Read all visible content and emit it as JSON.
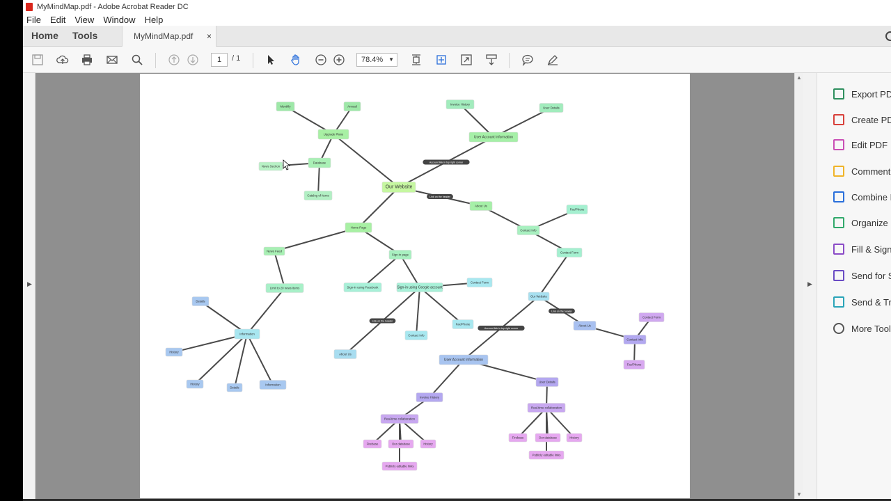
{
  "window": {
    "title": "MyMindMap.pdf - Adobe Acrobat Reader DC"
  },
  "menu": [
    "File",
    "Edit",
    "View",
    "Window",
    "Help"
  ],
  "tabs": {
    "home": "Home",
    "tools": "Tools",
    "document": "MyMindMap.pdf",
    "close": "×"
  },
  "toolbar": {
    "page_current": "1",
    "page_total": "/ 1",
    "zoom": "78.4%"
  },
  "right_panel": {
    "items": [
      {
        "label": "Export PDF",
        "icon": "export-pdf-icon",
        "color": "#2e8f5e"
      },
      {
        "label": "Create PDF",
        "icon": "create-pdf-icon",
        "color": "#d8403a"
      },
      {
        "label": "Edit PDF",
        "icon": "edit-pdf-icon",
        "color": "#c94fb5"
      },
      {
        "label": "Comment",
        "icon": "comment-icon",
        "color": "#f0b429"
      },
      {
        "label": "Combine Files",
        "icon": "combine-files-icon",
        "color": "#2a6fdb"
      },
      {
        "label": "Organize Pages",
        "icon": "organize-pages-icon",
        "color": "#31a96b"
      },
      {
        "label": "Fill & Sign",
        "icon": "fill-sign-icon",
        "color": "#8b4cc7"
      },
      {
        "label": "Send for Signature",
        "icon": "send-signature-icon",
        "color": "#6a4bc4"
      },
      {
        "label": "Send & Track",
        "icon": "send-track-icon",
        "color": "#2aa4b8"
      },
      {
        "label": "More Tools",
        "icon": "more-tools-icon",
        "color": "#555555"
      }
    ]
  },
  "mindmap": {
    "nodes": [
      {
        "id": "n1",
        "label": "Our Website",
        "color": "#c6f7a1"
      },
      {
        "id": "n2",
        "label": "Upgrade Plans",
        "color": "#a8f0a4"
      },
      {
        "id": "n3",
        "label": "Monthly",
        "color": "#9ee8a8"
      },
      {
        "id": "n4",
        "label": "Annual",
        "color": "#9ee8a8"
      },
      {
        "id": "n5",
        "label": "Database",
        "color": "#a9f0b5"
      },
      {
        "id": "n6",
        "label": "News Section",
        "color": "#b8f2c6"
      },
      {
        "id": "n7",
        "label": "Catalog of Items",
        "color": "#b2f0c4"
      },
      {
        "id": "n8",
        "label": "User Account Information",
        "color": "#a6f0a8"
      },
      {
        "id": "n9",
        "label": "Invoice History",
        "color": "#a2ecbd"
      },
      {
        "id": "n10",
        "label": "User Details",
        "color": "#a2ecbd"
      },
      {
        "id": "n11",
        "label": "About Us",
        "color": "#a6f0a8"
      },
      {
        "id": "n12",
        "label": "Contact Info",
        "color": "#a8f0c0"
      },
      {
        "id": "n13",
        "label": "Fax/Phone",
        "color": "#a4f0d0"
      },
      {
        "id": "n14",
        "label": "Contact Form",
        "color": "#a4f0d0"
      },
      {
        "id": "n15",
        "label": "Home Page",
        "color": "#a8f0a4"
      },
      {
        "id": "n16",
        "label": "News Feed",
        "color": "#a8f0b4"
      },
      {
        "id": "n17",
        "label": "Limit to 20 news items",
        "color": "#a8f0c8"
      },
      {
        "id": "n18",
        "label": "Information",
        "color": "#a8e6f0"
      },
      {
        "id": "n19",
        "label": "Details",
        "color": "#a8c8f0"
      },
      {
        "id": "n20",
        "label": "History",
        "color": "#a8c8f0"
      },
      {
        "id": "n21",
        "label": "History",
        "color": "#a8c8f0"
      },
      {
        "id": "n22",
        "label": "Details",
        "color": "#a8c8f0"
      },
      {
        "id": "n23",
        "label": "Information",
        "color": "#a8c8f0"
      },
      {
        "id": "n24",
        "label": "Sign-in page",
        "color": "#a8f0c0"
      },
      {
        "id": "n25",
        "label": "Sign-in using Facebook",
        "color": "#a8f0d8"
      },
      {
        "id": "n26",
        "label": "Sign-in using Google account",
        "color": "#a8f0d8"
      },
      {
        "id": "n27",
        "label": "Contact Form",
        "color": "#a8e8f0"
      },
      {
        "id": "n28",
        "label": "Contact Info",
        "color": "#a8e8f0"
      },
      {
        "id": "n29",
        "label": "Fax/Phone",
        "color": "#a8e8f0"
      },
      {
        "id": "n30",
        "label": "About Us",
        "color": "#a8ddf0"
      },
      {
        "id": "n31",
        "label": "Our Website",
        "color": "#a8e0f0"
      },
      {
        "id": "n32",
        "label": "About Us",
        "color": "#a8c0f0"
      },
      {
        "id": "n33",
        "label": "Contact Info",
        "color": "#b2a8f0"
      },
      {
        "id": "n34",
        "label": "Contact Form",
        "color": "#d0a8f0"
      },
      {
        "id": "n35",
        "label": "Fax/Phone",
        "color": "#d8a8f0"
      },
      {
        "id": "n36",
        "label": "User Account Information",
        "color": "#a8c4f0"
      },
      {
        "id": "n37",
        "label": "Invoice History",
        "color": "#b4a8f0"
      },
      {
        "id": "n38",
        "label": "User Details",
        "color": "#b4a8f0"
      },
      {
        "id": "n39",
        "label": "Real-time collaboration",
        "color": "#c8a8f0"
      },
      {
        "id": "n40",
        "label": "Real-time collaboration",
        "color": "#c8a8f0"
      },
      {
        "id": "n41",
        "label": "Firebase",
        "color": "#e6a8f0"
      },
      {
        "id": "n42",
        "label": "Our database",
        "color": "#e6a8f0"
      },
      {
        "id": "n43",
        "label": "History",
        "color": "#e6a8f0"
      },
      {
        "id": "n44",
        "label": "Publicly editable links",
        "color": "#e6a8f0"
      },
      {
        "id": "n45",
        "label": "Firebase",
        "color": "#e6a8f0"
      },
      {
        "id": "n46",
        "label": "Our database",
        "color": "#e6a8f0"
      },
      {
        "id": "n47",
        "label": "History",
        "color": "#e6a8f0"
      },
      {
        "id": "n48",
        "label": "Publicly editable links",
        "color": "#e6a8f0"
      }
    ],
    "edges": [
      [
        "n1",
        "n2"
      ],
      [
        "n2",
        "n3"
      ],
      [
        "n2",
        "n4"
      ],
      [
        "n2",
        "n5"
      ],
      [
        "n5",
        "n6"
      ],
      [
        "n5",
        "n7"
      ],
      [
        "n1",
        "n8"
      ],
      [
        "n8",
        "n9"
      ],
      [
        "n8",
        "n10"
      ],
      [
        "n1",
        "n11"
      ],
      [
        "n11",
        "n12"
      ],
      [
        "n12",
        "n13"
      ],
      [
        "n12",
        "n14"
      ],
      [
        "n1",
        "n15"
      ],
      [
        "n15",
        "n16"
      ],
      [
        "n16",
        "n17"
      ],
      [
        "n17",
        "n18"
      ],
      [
        "n18",
        "n19"
      ],
      [
        "n18",
        "n20"
      ],
      [
        "n18",
        "n21"
      ],
      [
        "n18",
        "n22"
      ],
      [
        "n18",
        "n23"
      ],
      [
        "n15",
        "n24"
      ],
      [
        "n24",
        "n25"
      ],
      [
        "n24",
        "n26"
      ],
      [
        "n26",
        "n27"
      ],
      [
        "n26",
        "n28"
      ],
      [
        "n26",
        "n29"
      ],
      [
        "n26",
        "n30"
      ],
      [
        "n14",
        "n31"
      ],
      [
        "n31",
        "n32"
      ],
      [
        "n32",
        "n33"
      ],
      [
        "n33",
        "n34"
      ],
      [
        "n33",
        "n35"
      ],
      [
        "n31",
        "n36"
      ],
      [
        "n36",
        "n37"
      ],
      [
        "n36",
        "n38"
      ],
      [
        "n37",
        "n39"
      ],
      [
        "n38",
        "n40"
      ],
      [
        "n39",
        "n41"
      ],
      [
        "n39",
        "n42"
      ],
      [
        "n39",
        "n43"
      ],
      [
        "n39",
        "n44"
      ],
      [
        "n40",
        "n45"
      ],
      [
        "n40",
        "n46"
      ],
      [
        "n40",
        "n47"
      ],
      [
        "n40",
        "n48"
      ]
    ],
    "edge_labels": [
      {
        "edge": [
          "n1",
          "n8"
        ],
        "text": "Account link in top right corner"
      },
      {
        "edge": [
          "n1",
          "n11"
        ],
        "text": "Link on the header"
      },
      {
        "edge": [
          "n26",
          "n30"
        ],
        "text": "Link on the header"
      },
      {
        "edge": [
          "n31",
          "n32"
        ],
        "text": "Link on the header"
      },
      {
        "edge": [
          "n31",
          "n36"
        ],
        "text": "Account link in top right corner"
      }
    ]
  }
}
